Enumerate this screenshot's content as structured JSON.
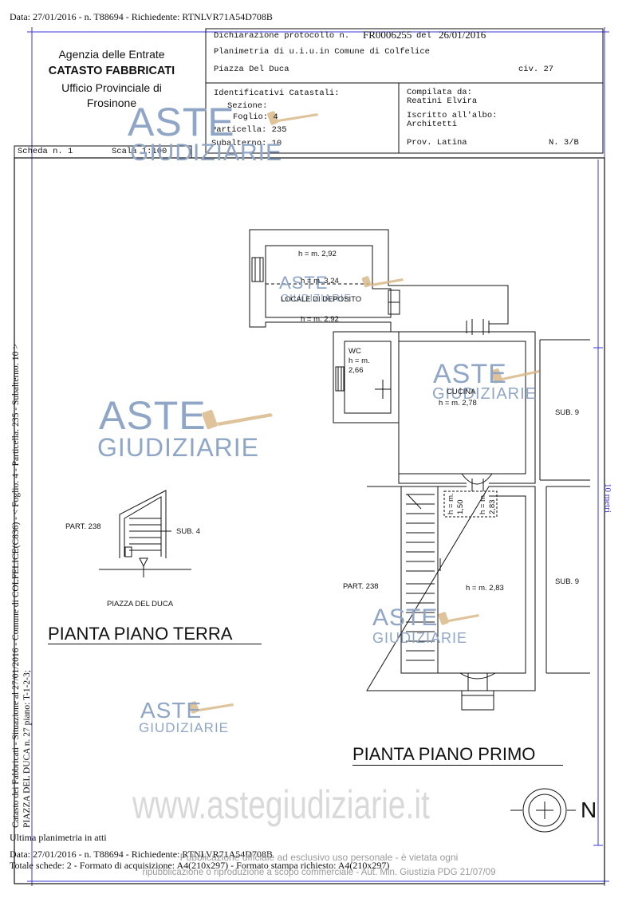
{
  "top_line": "Data: 27/01/2016 - n. T88694 - Richiedente: RTNLVR71A54D708B",
  "agency": {
    "line1": "Agenzia delle Entrate",
    "line2": "CATASTO FABBRICATI",
    "line3": "Ufficio Provinciale di",
    "line4": "Frosinone"
  },
  "header": {
    "dichiarazione_label": "Dichiarazione protocollo n.",
    "protocollo": "FR0006255",
    "del_label": "del",
    "date": "26/01/2016",
    "planimetria": "Planimetria di u.i.u.in Comune di Colfelice",
    "address": "Piazza Del Duca",
    "civ": "civ. 27",
    "identificativi_label": "Identificativi Catastali:",
    "sezione": "Sezione:",
    "foglio": "Foglio: 4",
    "particella": "Particella: 235",
    "subalterno": "Subalterno: 10",
    "compilata_label": "Compilata da:",
    "compilata": "Reatini Elvira",
    "iscritto_label": "Iscritto all'albo:",
    "iscritto": "Architetti",
    "prov": "Prov. Latina",
    "num": "N. 3/B",
    "scheda": "Scheda n. 1",
    "scala": "Scala 1:100"
  },
  "rooms": {
    "h_292_a": "h = m. 2,92",
    "h_324": "h = m. 3,24",
    "deposito": "LOCALE DI DEPOSITO",
    "h_292_b": "h = m. 2,92",
    "wc": "WC",
    "wc_h1": "h = m.",
    "wc_h2": "2,66",
    "cucina": "CUCINA",
    "cucina_h": "h = m. 2,78",
    "sub9_a": "SUB. 9",
    "h_150a": "h = m.",
    "h_150b": "1,50",
    "h_283v_a": "h = m.",
    "h_283v_b": "2,83",
    "part238_b": "PART. 238",
    "h_283": "h = m. 2,83",
    "sub9_b": "SUB. 9",
    "part238_a": "PART. 238",
    "sub4": "SUB. 4",
    "piazza": "PIAZZA DEL DUCA",
    "ten_metri": "10 metri"
  },
  "titles": {
    "terra": "PIANTA PIANO TERRA",
    "primo": "PIANTA PIANO PRIMO",
    "north": "N"
  },
  "side_text": {
    "line1": "Catasto dei Fabbricati - Situazione al 27/01/2016 - Comune di COLFELICE(C836) - < Foglio: 4 - Particella: 235 - Subalterno: 10 >",
    "line2": "PIAZZA DEL DUCA n. 27 piano: T-1-2-3;"
  },
  "footer": {
    "ultima": "Ultima planimetria in atti",
    "line1": "Data: 27/01/2016 - n. T88694 - Richiedente: RTNLVR71A54D708B",
    "line2": "Totale schede: 2 - Formato di acquisizione: A4(210x297) - Formato stampa richiesto: A4(210x297)"
  },
  "watermark": {
    "aste": "ASTE",
    "giudiziarie": "GIUDIZIARIE",
    "url": "www.astegiudiziarie.it",
    "note1": "Pubblicazione ufficiale ad esclusivo uso personale - è vietata ogni",
    "note2": "ripubblicazione o riproduzione a scopo commerciale - Aut. Min. Giustizia PDG 21/07/09"
  },
  "colors": {
    "border_blue": "#3a3ad6",
    "ink": "#111111",
    "watermark_blue": "#8fa6c6"
  }
}
